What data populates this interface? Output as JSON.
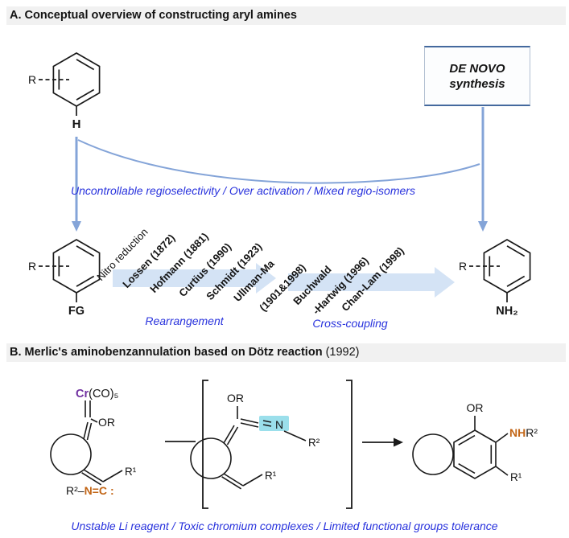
{
  "section_a": {
    "header": "A. Conceptual overview of constructing aryl amines",
    "start_ring": {
      "r": "R",
      "h": "H"
    },
    "de_novo": {
      "line1": "DE NOVO",
      "line2": "synthesis"
    },
    "warning": "Uncontrollable regioselectivity / Over activation / Mixed regio-isomers",
    "fg_ring": {
      "r": "R",
      "label": "FG"
    },
    "amine_ring": {
      "r": "R",
      "label": "NH₂"
    },
    "methods": [
      {
        "line1": "Nitro reduction",
        "line2": ""
      },
      {
        "line1": "Lossen (1872)",
        "line2": ""
      },
      {
        "line1": "Hofmann (1881)",
        "line2": ""
      },
      {
        "line1": "Curtius (1990)",
        "line2": ""
      },
      {
        "line1": "Schmidt (1923)",
        "line2": ""
      },
      {
        "line1": "Ullman-Ma",
        "line2": "(1901&1998)"
      },
      {
        "line1": "Buchwald",
        "line2": "-Hartwig (1996)"
      },
      {
        "line1": "Chan-Lam (1998)",
        "line2": ""
      }
    ],
    "category_left": "Rearrangement",
    "category_right": "Cross-coupling"
  },
  "section_b": {
    "header_main": "B. Merlic's aminobenzannulation based on Dötz reaction",
    "header_year": " (1992)",
    "reactant": {
      "metal": "Cr",
      "ligands": "(CO)₅",
      "or_group": "OR",
      "r1": "R¹",
      "iso_r2": "R²–",
      "iso_nc": "N=C",
      "iso_lonepair": ":"
    },
    "intermediate": {
      "or_group": "OR",
      "nitrogen": "N",
      "r2": "R²",
      "r1": "R¹"
    },
    "product": {
      "or_group": "OR",
      "amine_nh": "NH",
      "amine_r2": "R²",
      "r1": "R¹"
    },
    "footer": "Unstable Li reagent / Toxic chromium complexes / Limited functional groups tolerance"
  },
  "colors": {
    "header_bg": "#f1f1f1",
    "note_blue": "#2832dd",
    "hetero_blue": "#1c5bb4",
    "amine_orange": "#c26516",
    "chromium_purple": "#7030a0",
    "flow_arrow_blue": "#84a4d8",
    "block_arrow_fill": "#d4e3f5",
    "nitrogen_highlight_cyan": "#82d7e6"
  }
}
